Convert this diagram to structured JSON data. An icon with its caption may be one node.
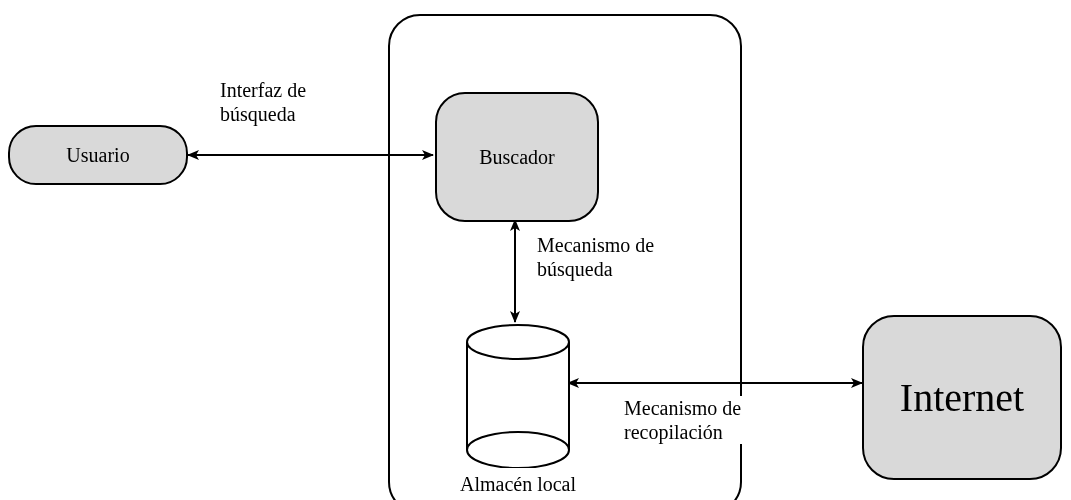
{
  "diagram": {
    "nodes": [
      {
        "text": [],
        "shape": "box"
      },
      {
        "text": [
          "Usuario"
        ]
      },
      {
        "text": [
          "Buscador"
        ],
        "in": 0
      },
      {
        "text": [
          "Almacén local"
        ],
        "in": 0
      },
      {
        "text": [
          "Internet"
        ]
      }
    ],
    "edges": [
      {
        "from": 1,
        "to": 2,
        "arrow": "both",
        "label": "Interfaz de búsqueda"
      },
      {
        "from": 2,
        "to": 3,
        "arrow": "both",
        "label": "Mecanismo de búsqueda"
      },
      {
        "from": 3,
        "to": 4,
        "arrow": "both",
        "label": "Mecanismo de recopilación"
      }
    ]
  }
}
